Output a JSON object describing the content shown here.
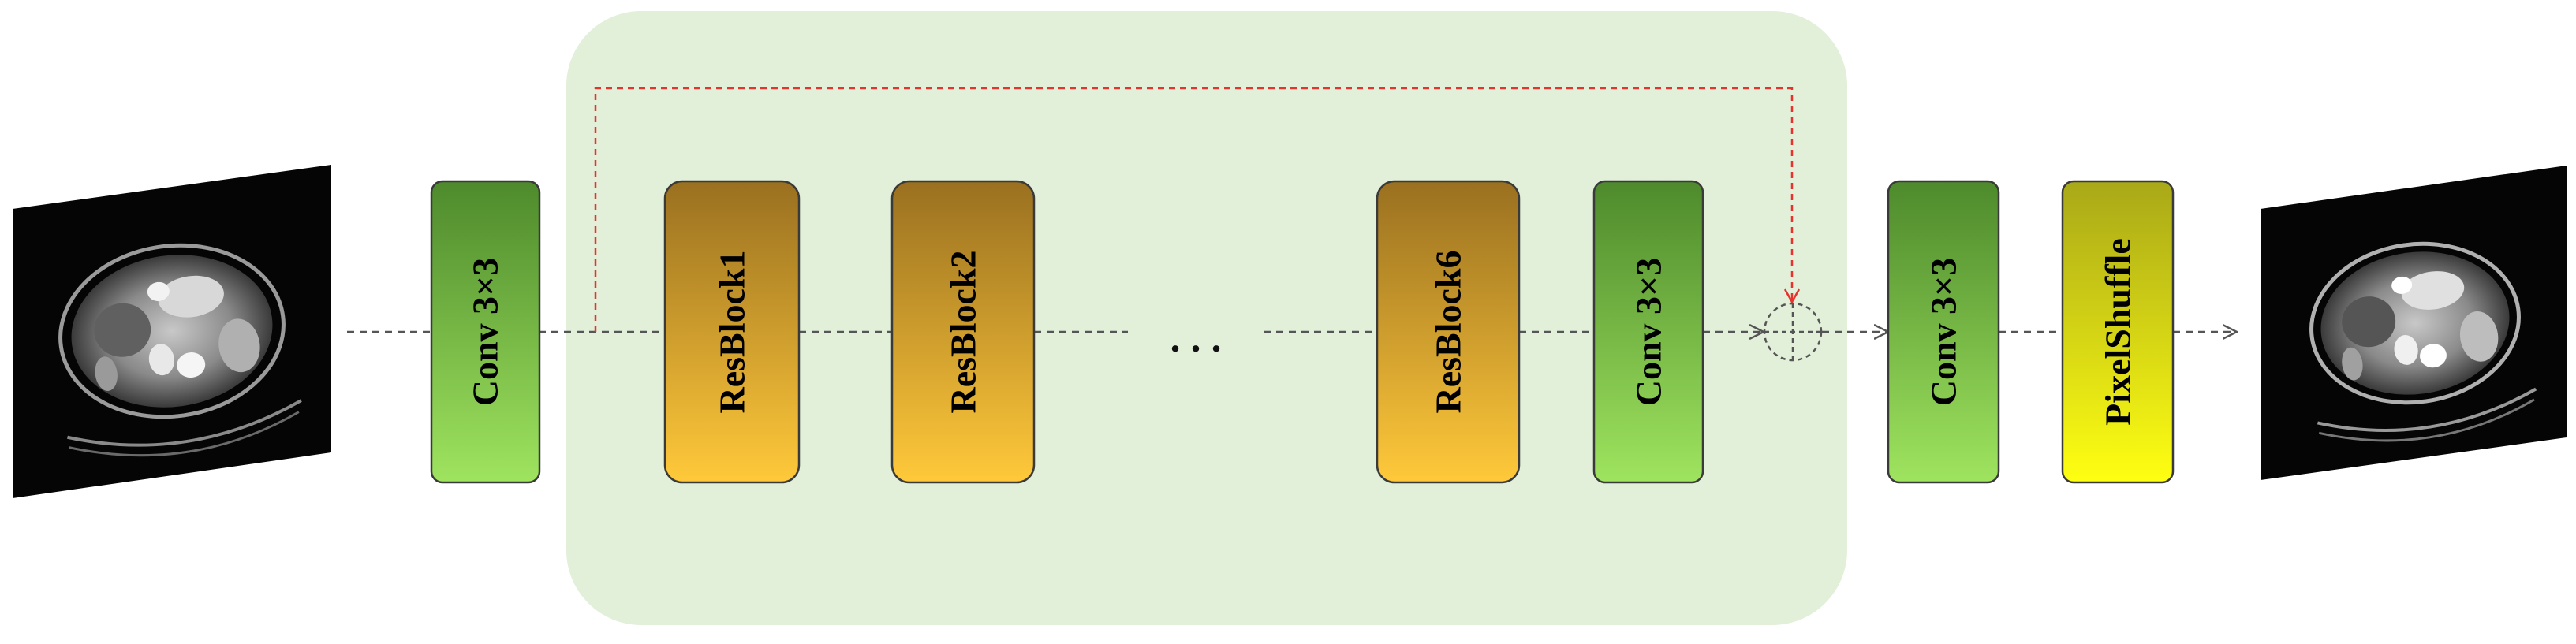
{
  "diagram": {
    "blocks": {
      "conv_in": {
        "label": "Conv 3×3",
        "style": "green"
      },
      "resblock1": {
        "label": "ResBlock1",
        "style": "orange"
      },
      "resblock2": {
        "label": "ResBlock2",
        "style": "orange"
      },
      "resblock6": {
        "label": "ResBlock6",
        "style": "orange"
      },
      "conv_mid": {
        "label": "Conv 3×3",
        "style": "green"
      },
      "conv_out": {
        "label": "Conv 3×3",
        "style": "green"
      },
      "pixelshuffle": {
        "label": "PixelShuffle",
        "style": "yellow"
      }
    },
    "ellipsis": ". . .",
    "input_image": "low-resolution abdominal CT slice",
    "output_image": "super-resolved abdominal CT slice"
  },
  "colors": {
    "group_bg": "#e2efd9",
    "green_top": "#4e8a2c",
    "green_bottom": "#9fe45f",
    "orange_top": "#9a7020",
    "orange_bottom": "#ffc93a",
    "yellow_top": "#a9a818",
    "yellow_bottom": "#ffff12",
    "skip_line": "#e8322d",
    "flow_line": "#555555"
  }
}
